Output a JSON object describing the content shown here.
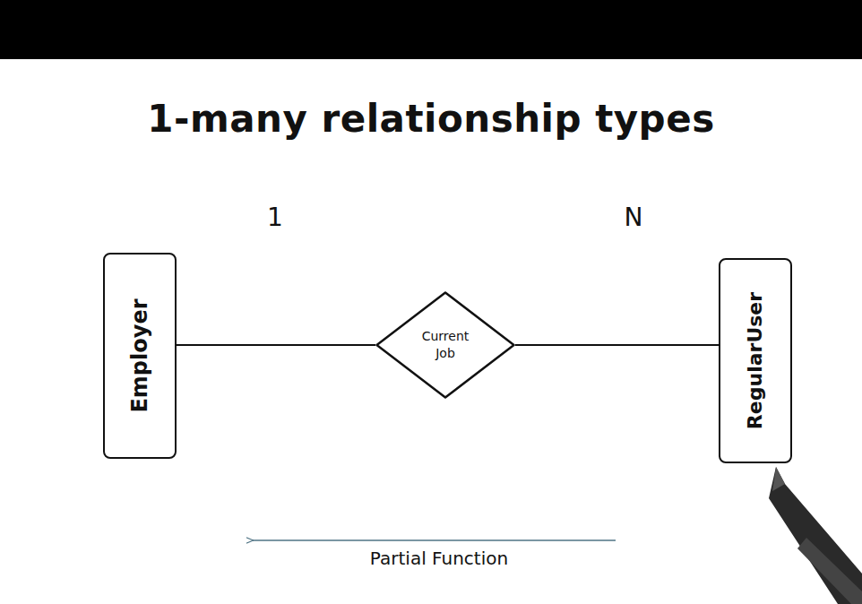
{
  "diagram": {
    "title": "1-many relationship types",
    "nodes": [
      {
        "text": [
          "Employer"
        ]
      },
      {
        "text": [
          "Current Job"
        ]
      },
      {
        "text": [
          "RegularUser"
        ]
      }
    ],
    "edges": [
      {
        "from": 0,
        "to": 1,
        "arrow": "none"
      },
      {
        "from": 1,
        "to": 2,
        "arrow": "none"
      }
    ],
    "labels": [
      "1",
      "N",
      "Partial Function"
    ]
  }
}
